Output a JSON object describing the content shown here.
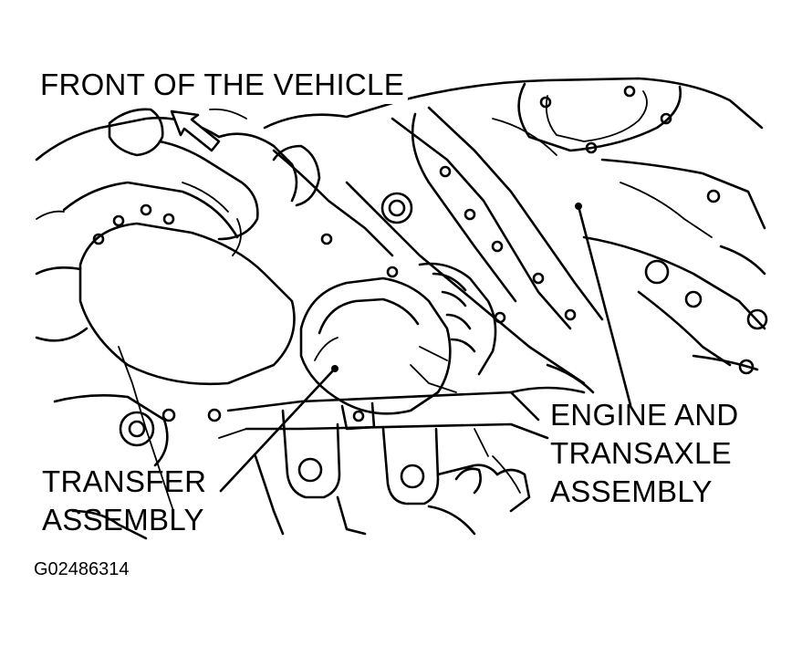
{
  "labels": {
    "front": "FRONT OF THE VEHICLE",
    "transfer": [
      "TRANSFER",
      "ASSEMBLY"
    ],
    "engine": [
      "ENGINE AND",
      "TRANSAXLE",
      "ASSEMBLY"
    ]
  },
  "figure_code": "G02486314",
  "colors": {
    "ink": "#000000",
    "paper": "#ffffff"
  }
}
